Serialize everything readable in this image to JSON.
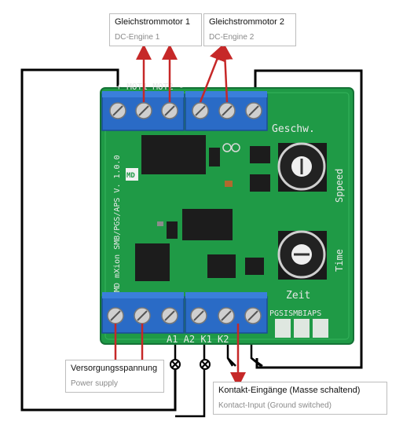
{
  "labels": {
    "motor1": {
      "de": "Gleichstrommotor 1",
      "en": "DC-Engine 1"
    },
    "motor2": {
      "de": "Gleichstrommotor 2",
      "en": "DC-Engine 2"
    },
    "power": {
      "de": "Versorgungsspannung",
      "en": "Power supply"
    },
    "contact": {
      "de": "Kontakt-Eingänge (Masse schaltend)",
      "en": "Kontact-Input (Ground switched)"
    }
  },
  "board": {
    "top_silk": "+   MOT1   MOT2   -",
    "side_silk": "MD mXion SMB/PGS/APS V. 1.0.0",
    "geschw": "Geschw.",
    "speed": "Sppeed",
    "time": "Time",
    "zeit": "Zeit",
    "model_codes": "PGSISMBIAPS",
    "bottom_terminals": "A1  A2  K1  K2",
    "logo": "MD"
  },
  "colors": {
    "pcb": "#1f9a46",
    "terminal": "#2a6bc6",
    "arrow": "#c62828",
    "wire": "#000000"
  }
}
